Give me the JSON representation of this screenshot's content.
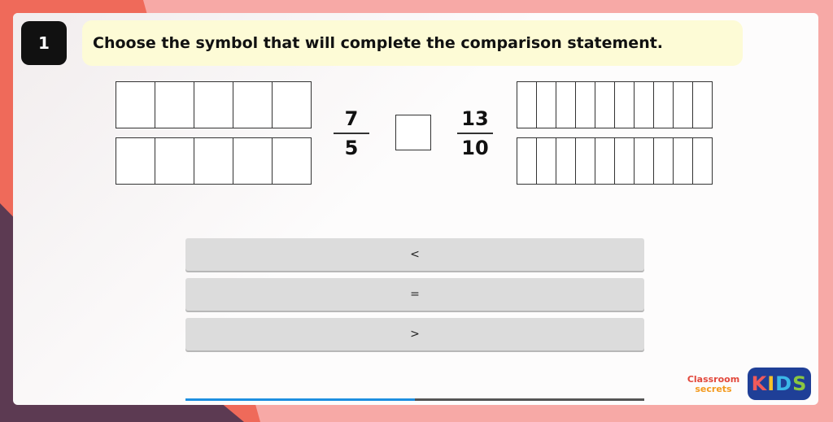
{
  "question": {
    "number": "1",
    "prompt": "Choose the symbol that will complete the comparison statement."
  },
  "fractions": {
    "left": {
      "numerator": "7",
      "denominator": "5",
      "bar_parts": 5,
      "bars": 2
    },
    "right": {
      "numerator": "13",
      "denominator": "10",
      "bar_parts": 10,
      "bars": 2
    }
  },
  "options": [
    "<",
    "=",
    ">"
  ],
  "progress": {
    "fraction": 0.5,
    "color": "#1e8fe0"
  },
  "branding": {
    "classroom_line1": "Classroom",
    "classroom_line2": "secrets",
    "kids_k": "K",
    "kids_i": "I",
    "kids_d": "D",
    "kids_s": "S"
  }
}
